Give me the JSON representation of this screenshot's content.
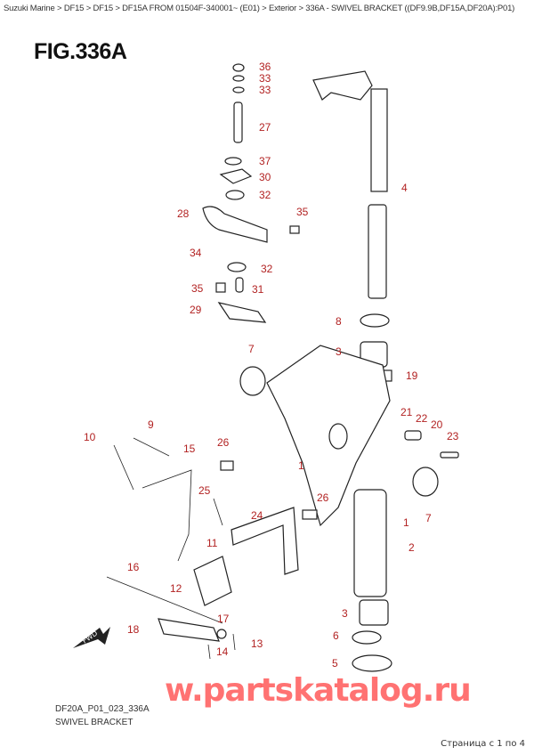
{
  "breadcrumb": "Suzuki Marine > DF15 > DF15 > DF15A FROM 01504F-340001~ (E01) > Exterior > 336A - SWIVEL BRACKET ((DF9.9B,DF15A,DF20A):P01)",
  "figure_title": "FIG.336A",
  "watermark": "w.partskatalog.ru",
  "fwd_label": "FWD",
  "diagram_code": "DF20A_P01_023_336A",
  "diagram_name": "SWIVEL BRACKET",
  "pager": "Страница с 1 по 4",
  "colors": {
    "callout": "#b22222",
    "watermark": "#ff3c3c"
  },
  "callouts": [
    "36",
    "33",
    "33",
    "27",
    "37",
    "30",
    "32",
    "28",
    "35",
    "34",
    "32",
    "35",
    "31",
    "29",
    "4",
    "8",
    "3",
    "19",
    "7",
    "9",
    "10",
    "15",
    "26",
    "1",
    "21",
    "22",
    "20",
    "23",
    "25",
    "26",
    "24",
    "7",
    "1",
    "2",
    "11",
    "16",
    "12",
    "17",
    "18",
    "14",
    "13",
    "3",
    "6",
    "5"
  ]
}
